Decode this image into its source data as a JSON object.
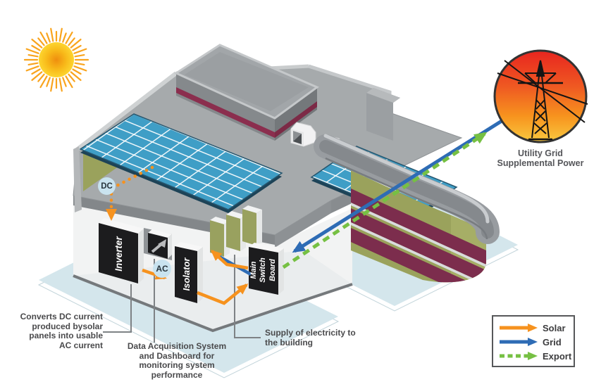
{
  "diagram_type": "commercial-solar-power-system",
  "palette": {
    "solar_orange": "#f6921e",
    "grid_blue": "#2e6cb5",
    "export_green": "#76c043",
    "panel_blue": "#3f9ec6",
    "wall_olive": "#9aa25c",
    "stripe_maroon": "#7c2d4d",
    "roof_gray": "#a6aaac",
    "ground_blue": "#d4e6ec"
  },
  "icons": {
    "sun": "sun-icon",
    "utility_grid": "transmission-tower-icon",
    "das_box": "trend-arrow-icon"
  },
  "flow_labels": {
    "dc": "DC",
    "ac": "AC"
  },
  "equipment": {
    "inverter_label": "Inverter",
    "isolator_label": "Isolator",
    "main_switch_board_label": "Main\nSwitch\nBoard"
  },
  "annotations": {
    "inverter_note": "Converts DC current\nproduced bysolar\npanels into usable\nAC current",
    "das_note": "Data Acquisition System\nand Dashboard for\nmonitoring system\nperformance",
    "supply_note": "Supply of electricity to\nthe building",
    "utility_caption": "Utility Grid\nSupplemental Power"
  },
  "legend": {
    "items": [
      {
        "label": "Solar",
        "color": "#f6921e",
        "line_style": "solid"
      },
      {
        "label": "Grid",
        "color": "#2e6cb5",
        "line_style": "solid"
      },
      {
        "label": "Export",
        "color": "#76c043",
        "line_style": "dashed"
      }
    ]
  }
}
